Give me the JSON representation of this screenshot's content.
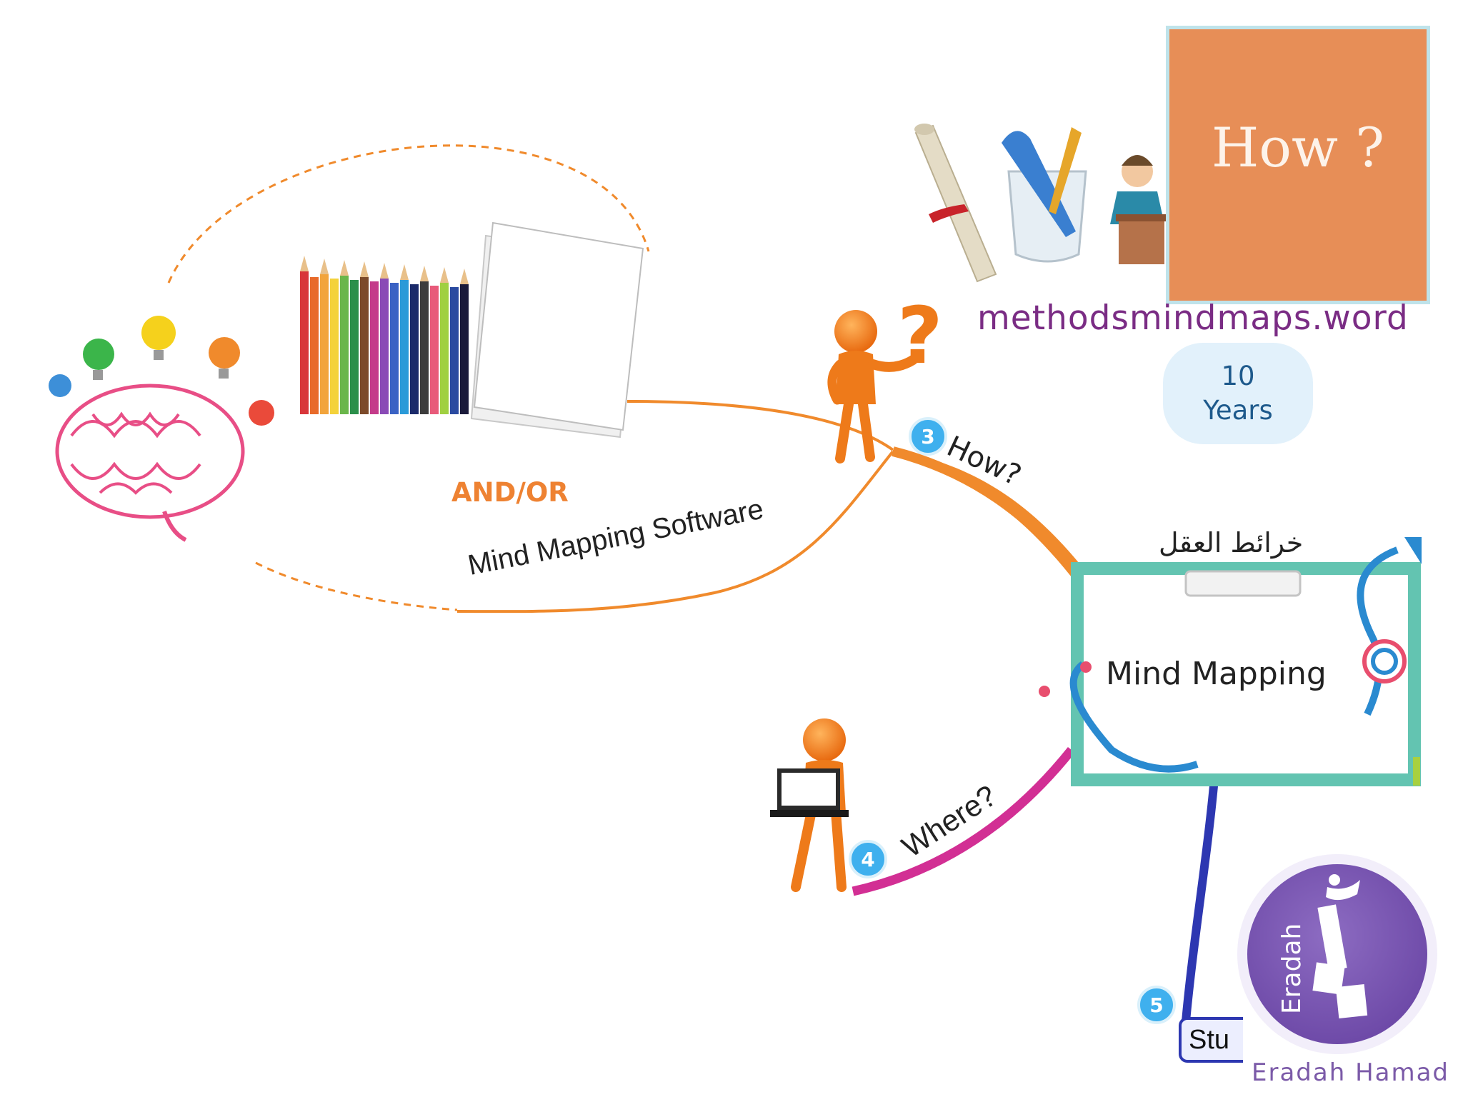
{
  "header": {
    "title_box": "How ?"
  },
  "source": {
    "url": "methodsmindmaps.wordpre"
  },
  "badge": {
    "line1": "10",
    "line2": "Years"
  },
  "map": {
    "central_label": "Mind Mapping",
    "arabic_label": "خرائط العقل",
    "connector_label": "AND/OR",
    "branches": [
      {
        "number": "3",
        "label": "How?"
      },
      {
        "number": "4",
        "label": "Where?"
      },
      {
        "number": "5",
        "label": "Stu"
      }
    ],
    "software_label": "Mind Mapping Software"
  },
  "logo": {
    "circle_text": "Eradah",
    "caption": "Eradah Hamad"
  },
  "icons": [
    "brain-lightbulbs-icon",
    "colored-pencils-icon",
    "paper-sheets-icon",
    "diploma-scroll-icon",
    "pen-cup-icon",
    "teacher-podium-icon",
    "question-figure-icon",
    "laptop-figure-icon",
    "clipboard-stethoscope-icon"
  ],
  "colors": {
    "orange_branch": "#f08a2c",
    "magenta_branch": "#d22f94",
    "blue_branch": "#2d37b1",
    "how_box": "#e78e57",
    "url_text": "#7a2c84",
    "clipboard_frame": "#63c4b1",
    "logo_purple": "#7b5aa8"
  }
}
